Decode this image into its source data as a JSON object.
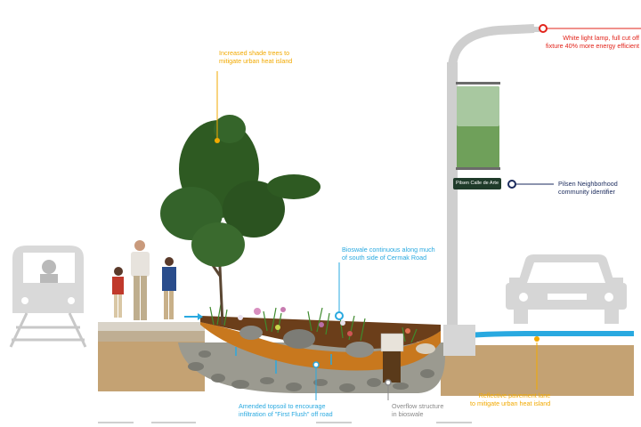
{
  "title": "",
  "callouts": {
    "shade_trees": {
      "lines": [
        "Increased shade trees to",
        "mitigate urban heat island"
      ],
      "color": "#f2a900"
    },
    "street_light": {
      "lines": [
        "White light lamp, full cut off",
        "fixture 40% more energy efficient"
      ],
      "color": "#e2231a"
    },
    "neighborhood_identifier": {
      "lines": [
        "Pilsen Neighborhood",
        "community identifier"
      ],
      "color": "#1a2a5c"
    },
    "bioswale": {
      "lines": [
        "Bioswale continuous along much",
        "of south side of Cermak Road"
      ],
      "color": "#29a9e0"
    },
    "topsoil": {
      "lines": [
        "Amended topsoil to encourage",
        "infiltration of \"First Flush\" off road"
      ],
      "color": "#29a9e0"
    },
    "overflow": {
      "lines": [
        "Overflow structure",
        "in bioswale"
      ],
      "color": "#888888"
    },
    "reflective_pavement": {
      "lines": [
        "Reflective pavement lane",
        "to mitigate urban heat island"
      ],
      "color": "#f2a900"
    }
  },
  "sign_text": "Pilsen Calle de Arte",
  "colors": {
    "soil": "#c4a273",
    "bioswale_soil": "#c8781e",
    "gravel": "#9b9a90",
    "water": "#29a9e0",
    "foliage": "#2e5a22",
    "pole": "#cfcfcf",
    "vehicle": "#d6d6d6"
  },
  "icons": [
    "train-icon",
    "people-icon",
    "tree-icon",
    "street-light-icon",
    "banner-icon",
    "car-icon"
  ]
}
